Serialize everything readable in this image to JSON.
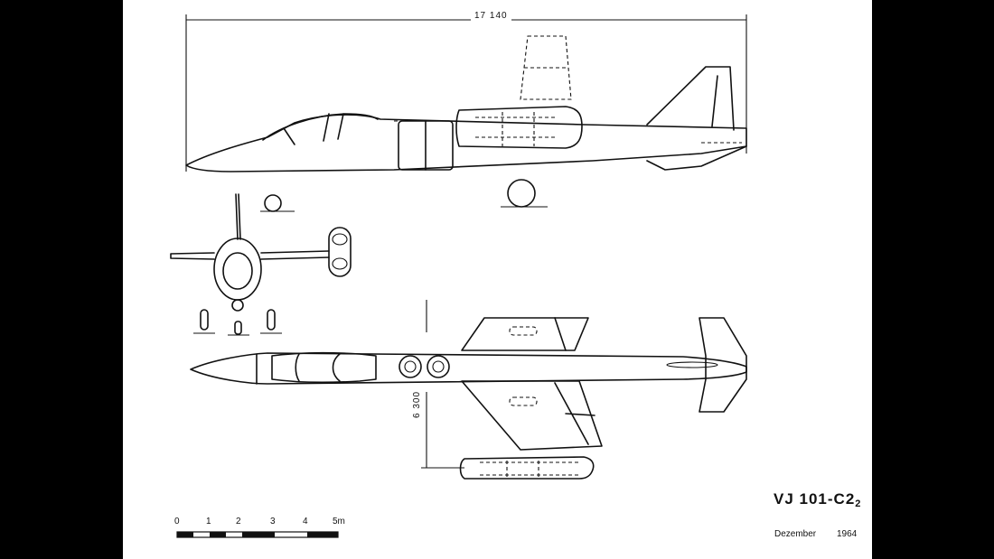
{
  "drawing": {
    "dimension_length": "17 140",
    "dimension_span": "6 300",
    "title_main": "VJ 101-C2",
    "title_sub": "2",
    "date_month": "Dezember",
    "date_year": "1964"
  },
  "scale_bar": {
    "ticks": [
      "0",
      "1",
      "2",
      "3",
      "4",
      "5m"
    ]
  }
}
